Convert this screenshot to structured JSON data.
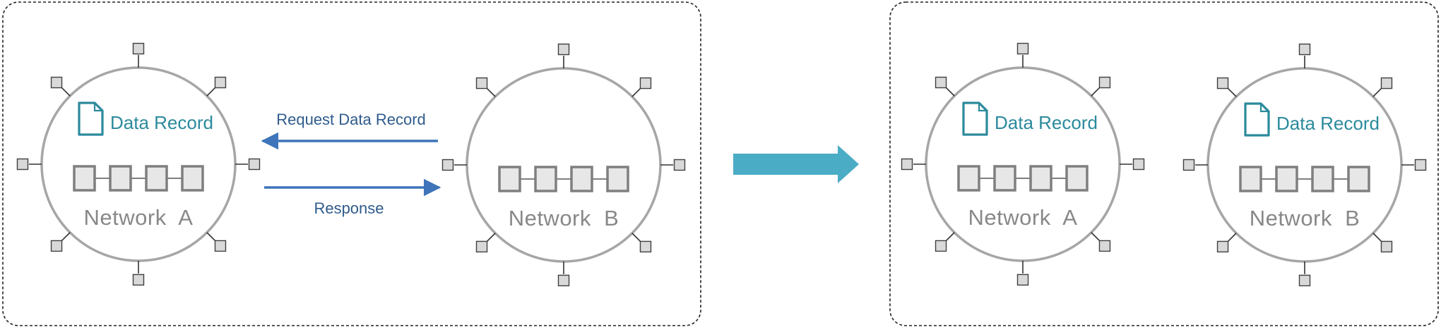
{
  "colors": {
    "frame": "#222222",
    "circle": "#a6a6a6",
    "node_fill": "#e7e7e7",
    "node_stroke": "#7f7f7f",
    "record": "#2b8a9c",
    "message_arrow": "#3e74b9",
    "transition_arrow": "#4bacc6",
    "network_label": "#888888"
  },
  "left_panel": {
    "network_a": {
      "label": "Network  A",
      "record_label": "Data Record",
      "has_record": true
    },
    "network_b": {
      "label": "Network  B",
      "has_record": false
    },
    "request_label": "Request Data Record",
    "response_label": "Response"
  },
  "right_panel": {
    "network_a": {
      "label": "Network  A",
      "record_label": "Data Record",
      "has_record": true
    },
    "network_b": {
      "label": "Network  B",
      "record_label": "Data Record",
      "has_record": true
    }
  },
  "icons": {
    "record": "document-icon",
    "transition": "right-arrow-icon"
  }
}
